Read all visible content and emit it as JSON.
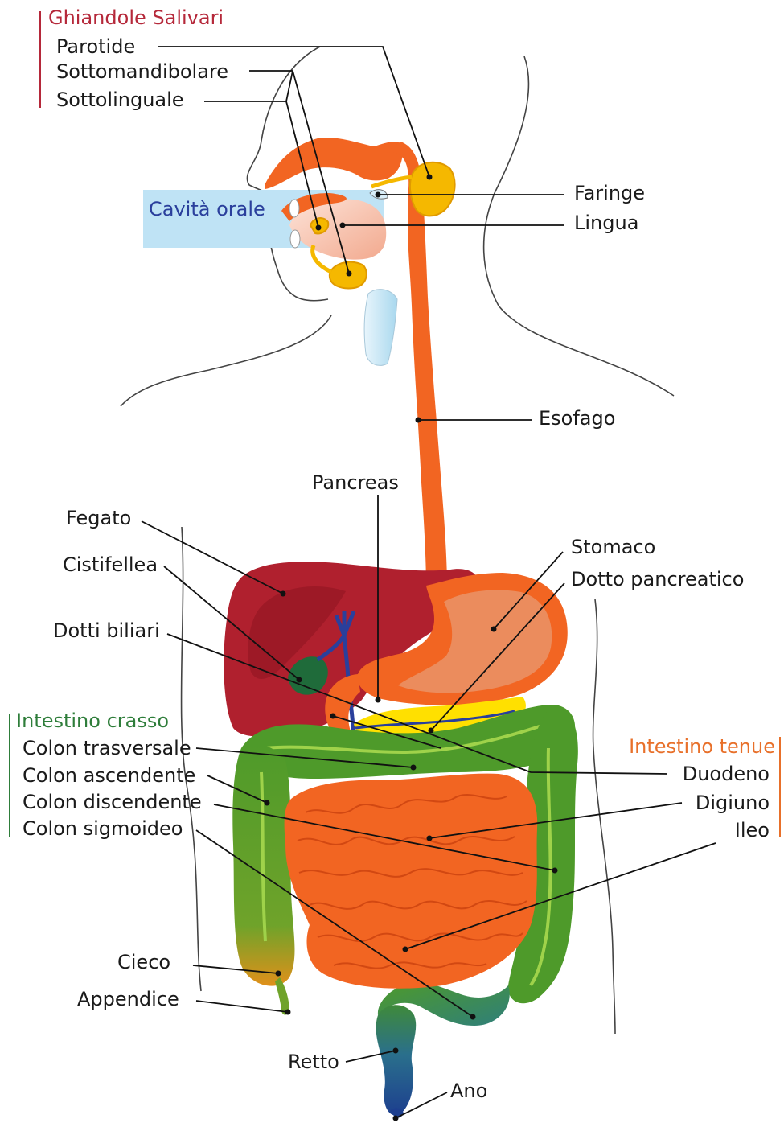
{
  "groups": {
    "salivary": {
      "title": "Ghiandole Salivari",
      "color": "#b5283a"
    },
    "oral": {
      "title": "Cavità orale",
      "color": "#2a3f9c",
      "box_color": "#bfe3f5"
    },
    "large_intestine": {
      "title": "Intestino crasso",
      "color": "#2e7d3a"
    },
    "small_intestine": {
      "title": "Intestino tenue",
      "color": "#e8702a"
    }
  },
  "labels": {
    "parotide": "Parotide",
    "sottomandibolare": "Sottomandibolare",
    "sottolinguale": "Sottolinguale",
    "faringe": "Faringe",
    "lingua": "Lingua",
    "esofago": "Esofago",
    "pancreas": "Pancreas",
    "fegato": "Fegato",
    "cistifellea": "Cistifellea",
    "dotti_biliari": "Dotti biliari",
    "stomaco": "Stomaco",
    "dotto_pancreatico": "Dotto pancreatico",
    "colon_trasversale": "Colon trasversale",
    "colon_ascendente": "Colon ascendente",
    "colon_discendente": "Colon discendente",
    "colon_sigmoideo": "Colon sigmoideo",
    "duodeno": "Duodeno",
    "digiuno": "Digiuno",
    "ileo": "Ileo",
    "cieco": "Cieco",
    "appendice": "Appendice",
    "retto": "Retto",
    "ano": "Ano"
  },
  "colors": {
    "gland": "#f5b800",
    "tract": "#f26522",
    "tract_dark": "#e04e12",
    "liver": "#b0202e",
    "liver_shade": "#8e1420",
    "gallbladder": "#1f6b3a",
    "bile_duct": "#2a3f9c",
    "pancreas": "#ffe000",
    "colon": "#4e9a2a",
    "colon_light": "#9fd24a",
    "rectum": "#2a6f8c",
    "anus": "#1d3f8f",
    "outline": "#444444"
  }
}
